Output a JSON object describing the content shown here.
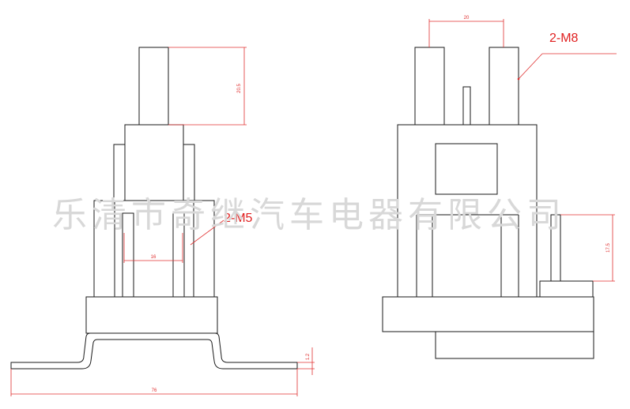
{
  "watermark": "乐清市奇继汽车电器有限公司",
  "left_view": {
    "callout": "2-M5",
    "dim_top_height": "20.5",
    "dim_bolt_spacing": "16",
    "dim_total_width": "76",
    "dim_bracket_thickness": "1.2"
  },
  "right_view": {
    "callout": "2-M8",
    "dim_bolt_spacing": "20",
    "dim_terminal_height": "17.5"
  },
  "colors": {
    "line": "#1a1a1a",
    "dimension": "#e03030",
    "watermark": "#d8d8d8"
  }
}
